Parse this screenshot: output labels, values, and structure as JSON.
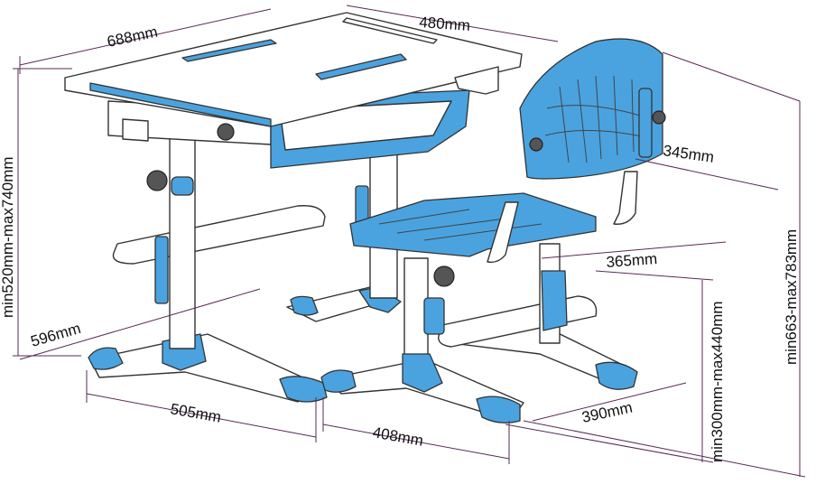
{
  "colors": {
    "accent": "#4aa3df",
    "dimension_line": "#5a2a55",
    "outline": "#333333"
  },
  "dimensions": {
    "desk_width": "688mm",
    "desk_depth": "480mm",
    "desk_height": "min520mm-max740mm",
    "desk_base_depth": "596mm",
    "desk_base_width": "505mm",
    "chair_base_width": "408mm",
    "chair_base_depth": "390mm",
    "chair_back_width": "345mm",
    "chair_seat_depth": "365mm",
    "seat_height": "min300mm-max440mm",
    "chair_total_height": "min663-max783mm"
  }
}
